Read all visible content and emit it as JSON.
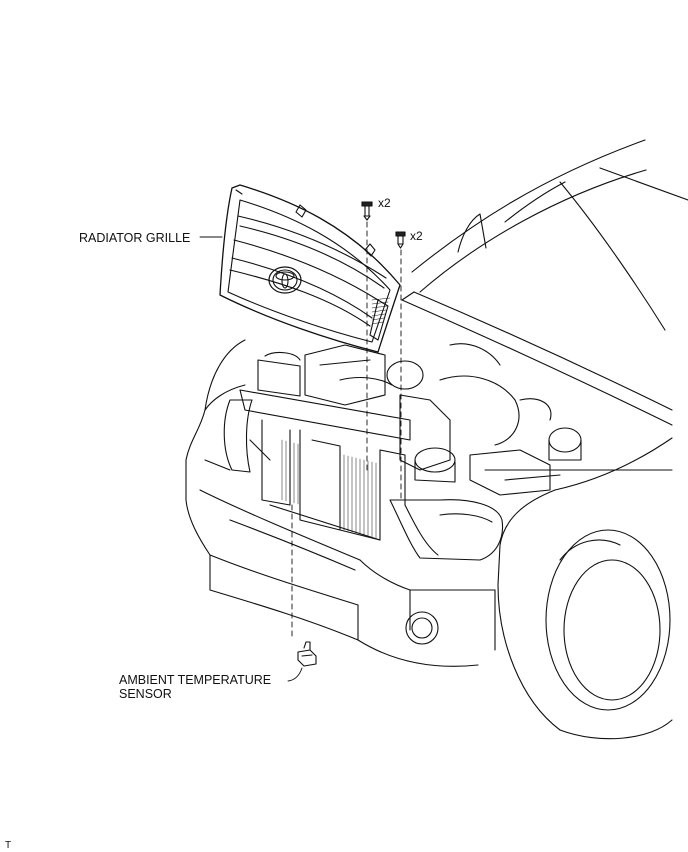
{
  "labels": {
    "radiator_grille": "RADIATOR GRILLE",
    "clip_count_1": "x2",
    "clip_count_2": "x2",
    "ambient_sensor_line1": "AMBIENT TEMPERATURE",
    "ambient_sensor_line2": "SENSOR",
    "corner_code": "T"
  }
}
